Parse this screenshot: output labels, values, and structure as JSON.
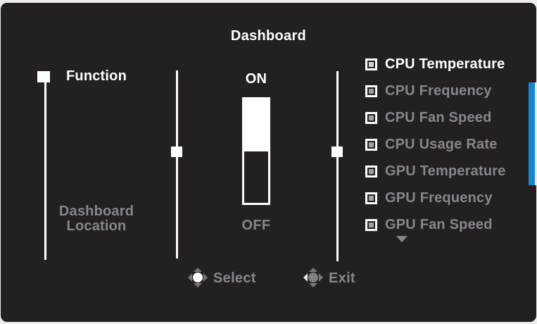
{
  "window": {
    "title": "Dashboard"
  },
  "colors": {
    "panel_bg": "#242021",
    "page_bg": "#ededed",
    "accent_blue": "#1787d2",
    "text_white": "#ffffff",
    "text_gray": "#85878b"
  },
  "left_menu": {
    "items": [
      {
        "label": "Function",
        "selected": true
      },
      {
        "label": "Dashboard Location",
        "selected": false
      }
    ]
  },
  "toggle": {
    "on_label": "ON",
    "off_label": "OFF",
    "value": "ON"
  },
  "options": {
    "items": [
      {
        "label": "CPU Temperature",
        "checked": true,
        "highlighted": true
      },
      {
        "label": "CPU Frequency",
        "checked": true,
        "highlighted": false
      },
      {
        "label": "CPU Fan Speed",
        "checked": true,
        "highlighted": false
      },
      {
        "label": "CPU Usage Rate",
        "checked": true,
        "highlighted": false
      },
      {
        "label": "GPU Temperature",
        "checked": true,
        "highlighted": false
      },
      {
        "label": "GPU Frequency",
        "checked": true,
        "highlighted": false
      },
      {
        "label": "GPU Fan Speed",
        "checked": true,
        "highlighted": false
      }
    ],
    "more_icon": "chevron-down-icon"
  },
  "footer": {
    "select_label": "Select",
    "select_icon": "joystick-press-icon",
    "exit_label": "Exit",
    "exit_icon": "joystick-left-icon"
  }
}
